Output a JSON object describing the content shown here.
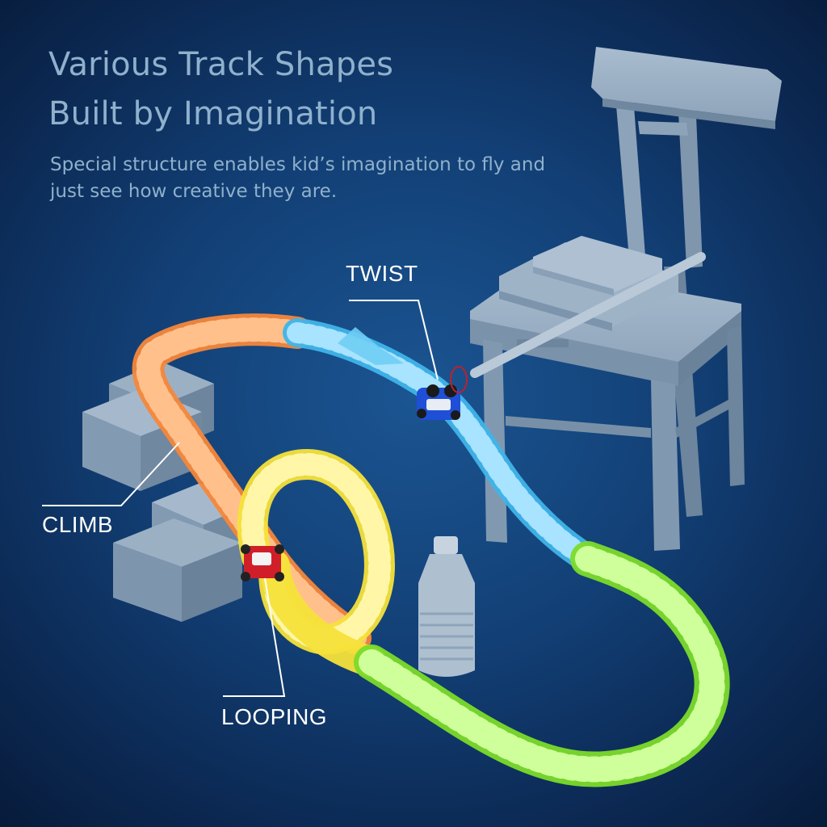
{
  "headline": {
    "line1": "Various Track Shapes",
    "line2": "Built by Imagination"
  },
  "subtitle": {
    "line1": "Special structure enables kid’s imagination to fly and",
    "line2": "just see how creative they are."
  },
  "callouts": {
    "twist": "TWIST",
    "climb": "CLIMB",
    "looping": "LOOPING"
  },
  "colors": {
    "text": "#8fb1cc",
    "callout": "#ffffff",
    "track_orange": "#f5873a",
    "track_blue": "#3fb4ea",
    "track_yellow": "#f5e13a",
    "track_green": "#7cdb2a",
    "props": "#8ea4ba"
  }
}
